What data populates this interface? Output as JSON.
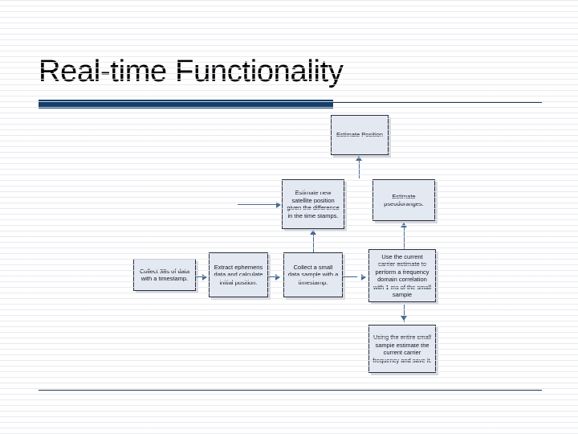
{
  "slide": {
    "title": "Real-time Functionality",
    "accent_color": "#123f6d",
    "rule_color": "#1f3b4d",
    "background_color": "#ffffff"
  },
  "diagram": {
    "node_fill": "#e3e9f2",
    "node_border": "#2f2f3a",
    "connector_color": "#4a6c96",
    "nodes": [
      {
        "id": "estimate-position",
        "label": "Estimate Position"
      },
      {
        "id": "estimate-satellite",
        "label": "Estimate new satellite position given the difference in the time stamps."
      },
      {
        "id": "estimate-pseudoranges",
        "label": "Estimate pseudoranges."
      },
      {
        "id": "collect-38s",
        "label": "Collect 38s of data with a timestamp."
      },
      {
        "id": "extract-ephemeris",
        "label": "Extract ephemeris data and calculate initial position."
      },
      {
        "id": "collect-small-sample",
        "label": "Collect a small data sample with a timestamp."
      },
      {
        "id": "carrier-correlation",
        "label": "Use the current carrier estimate to perform a frequency domain correlation with 1 ms of the small sample"
      },
      {
        "id": "carrier-frequency",
        "label": "Using the entire small sample estimate the current carrier frequency and save it."
      }
    ]
  }
}
